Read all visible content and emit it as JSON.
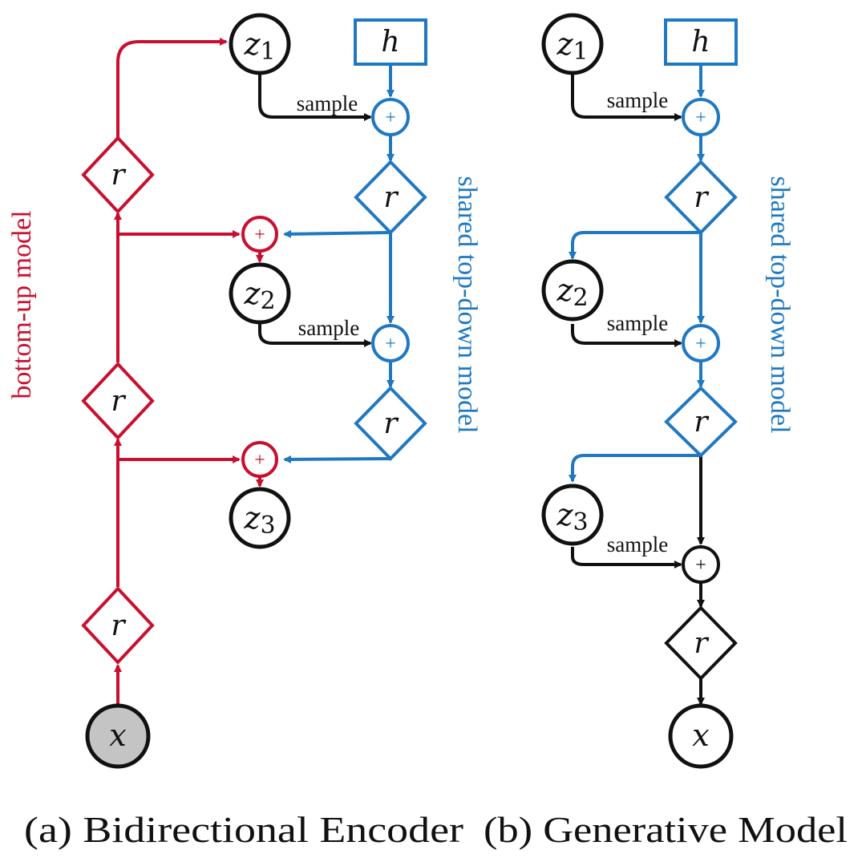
{
  "colors": {
    "red": "#c8102e",
    "blue": "#1f78c1",
    "black": "#111111",
    "observed_fill": "#c4c4c4"
  },
  "labels": {
    "bottom_up": "bottom-up model",
    "top_down_a": "shared top-down model",
    "top_down_b": "shared top-down model",
    "sample": "sample",
    "plus": "+",
    "r": "r",
    "h": "h",
    "z": "z",
    "x": "x",
    "sub1": "1",
    "sub2": "2",
    "sub3": "3"
  },
  "captions": {
    "a": "(a) Bidirectional Encoder",
    "b": "(b) Generative Model"
  },
  "panels": [
    {
      "id": "a",
      "title": "Bidirectional Encoder",
      "latents": [
        "z1",
        "z2",
        "z3"
      ],
      "observed": "x",
      "top_input": "h"
    },
    {
      "id": "b",
      "title": "Generative Model",
      "latents": [
        "z1",
        "z2",
        "z3"
      ],
      "output": "x",
      "top_input": "h"
    }
  ]
}
